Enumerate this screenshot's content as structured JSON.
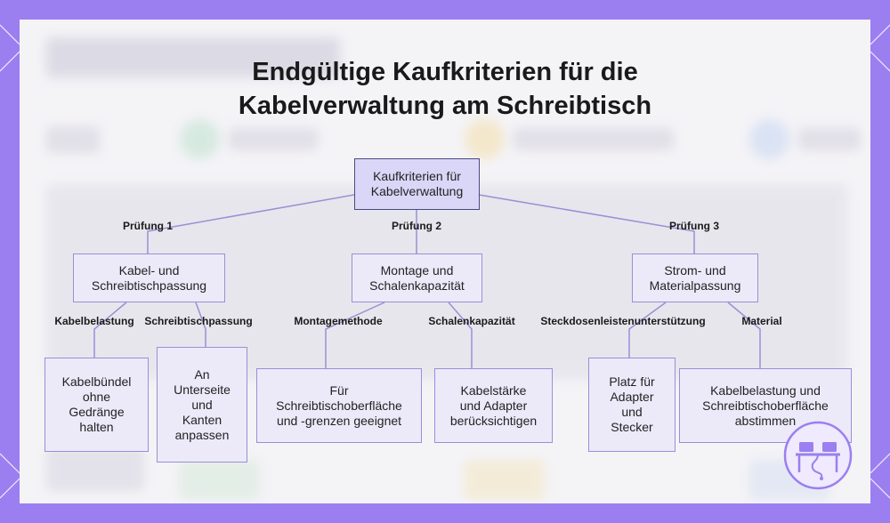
{
  "diagram": {
    "title_line1": "Endgültige Kaufkriterien für die",
    "title_line2": "Kabelverwaltung am Schreibtisch",
    "root": "Kaufkriterien für\nKabelverwaltung",
    "edges": {
      "e1": "Prüfung 1",
      "e2": "Prüfung 2",
      "e3": "Prüfung 3",
      "e4": "Kabelbelastung",
      "e5": "Schreibtischpassung",
      "e6": "Montagemethode",
      "e7": "Schalenkapazität",
      "e8": "Steckdosenleistenunterstützung",
      "e9": "Material"
    },
    "level1": {
      "n1": "Kabel- und\nSchreibtischpassung",
      "n2": "Montage und\nSchalenkapazität",
      "n3": "Strom- und\nMaterialpassung"
    },
    "level2": {
      "l1": "Kabelbündel\nohne\nGedränge\nhalten",
      "l2": "An\nUnterseite\nund\nKanten\nanpassen",
      "l3": "Für\nSchreibtischoberfläche\nund -grenzen geeignet",
      "l4": "Kabelstärke\nund Adapter\nberücksichtigen",
      "l5": "Platz für\nAdapter\nund\nStecker",
      "l6": "Kabelbelastung und\nSchreibtischoberfläche\nabstimmen"
    }
  },
  "colors": {
    "frame": "#9b7ff0",
    "node_fill": "#eceaf9",
    "node_border": "#9a8fd6",
    "root_fill": "#d9d6f7",
    "link": "#9a8fd6"
  },
  "icons": {
    "logo": "desk-cable-logo-icon"
  }
}
